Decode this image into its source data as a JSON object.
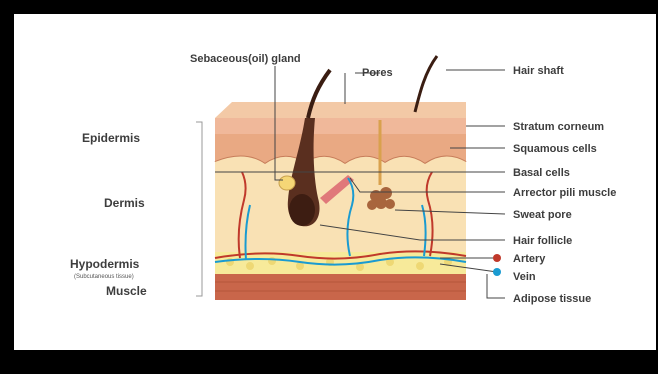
{
  "top_labels": {
    "sebaceous": "Sebaceous(oil) gland",
    "pores": "Pores",
    "hair_shaft": "Hair shaft"
  },
  "left_labels": {
    "epidermis": "Epidermis",
    "dermis": "Dermis",
    "hypodermis": "Hypodermis",
    "hypodermis_sub": "(Subcutaneous tissue)",
    "muscle": "Muscle"
  },
  "right_labels": {
    "stratum_corneum": "Stratum corneum",
    "squamous_cells": "Squamous cells",
    "basal_cells": "Basal cells",
    "arrector_pili": "Arrector pili muscle",
    "sweat_pore": "Sweat pore",
    "hair_follicle": "Hair follicle",
    "artery": "Artery",
    "vein": "Vein",
    "adipose_tissue": "Adipose tissue"
  },
  "colors": {
    "artery": "#c0392b",
    "vein": "#1a9bd1",
    "epidermis": "#f5cfa8",
    "dermis": "#f9e1b4",
    "adipose": "#f7ea9a",
    "muscle": "#c9664a"
  }
}
